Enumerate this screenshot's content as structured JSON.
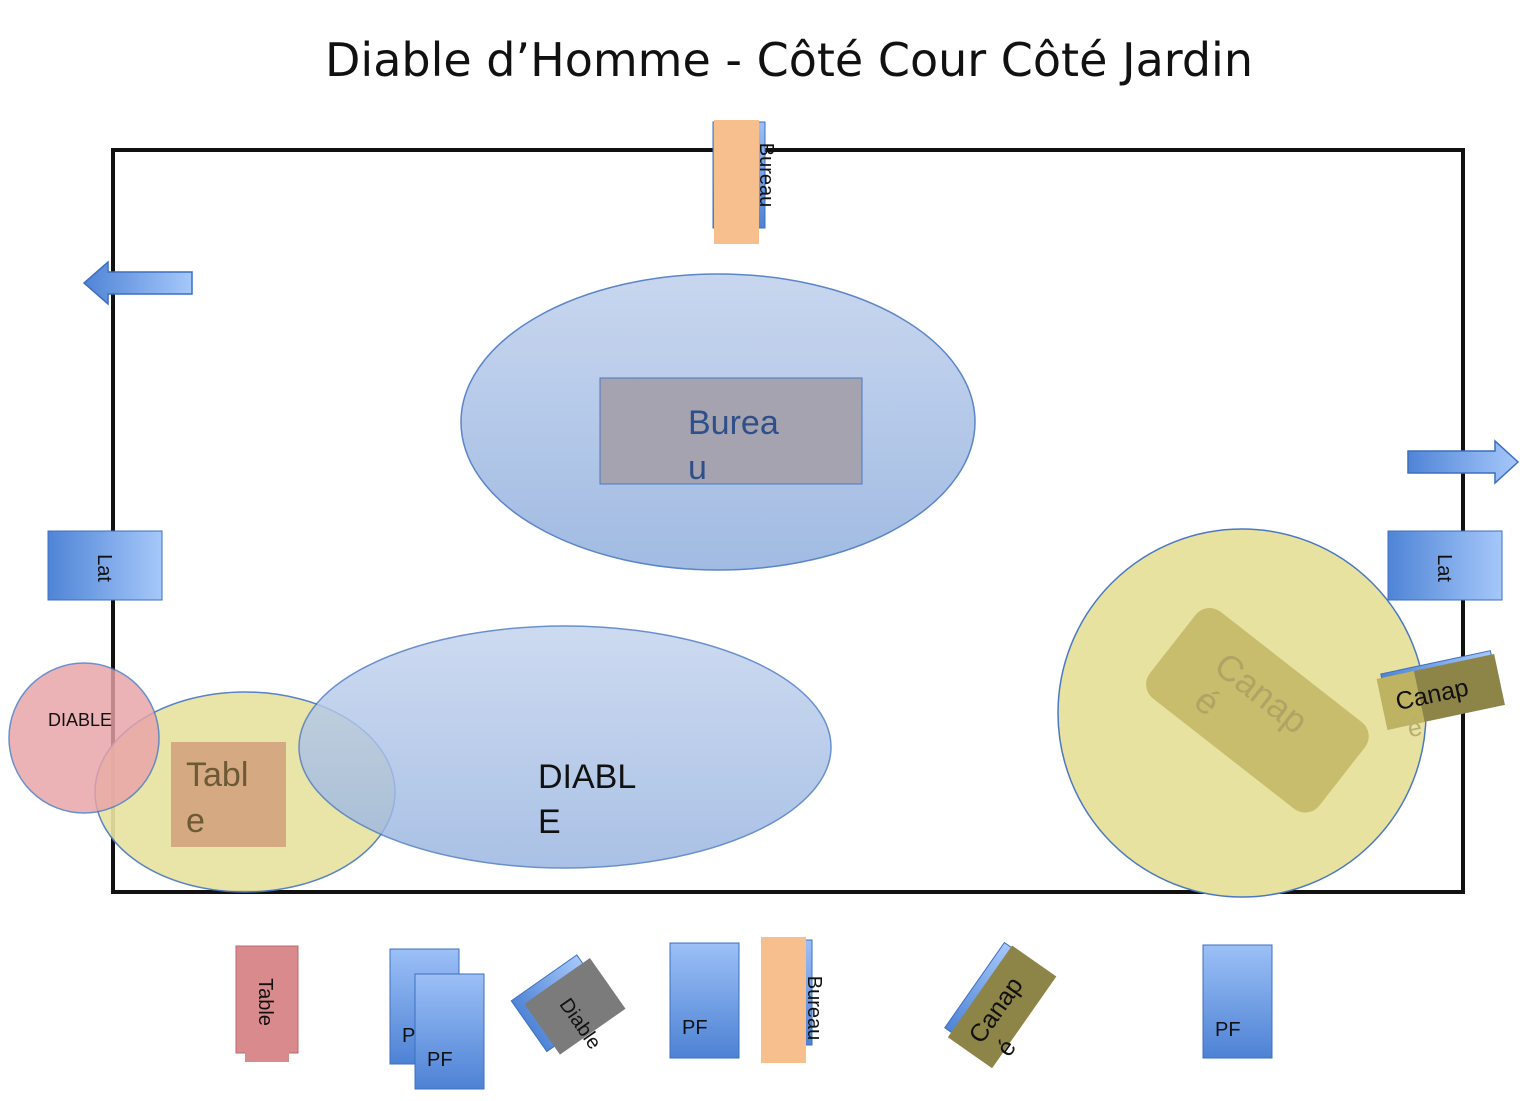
{
  "title": "Diable d’Homme - Côté Cour Côté Jardin",
  "stage_labels": {
    "bureau_top": "Bureau",
    "bureau_center_line1": "Burea",
    "bureau_center_line2": "u",
    "diable_center_line1": "DIABL",
    "diable_center_line2": "E",
    "diable_left": "DIABLE",
    "table_line1": "Tabl",
    "table_line2": "e",
    "lat_left": "Lat",
    "lat_right": "Lat",
    "canape_center_line1": "Canap",
    "canape_center_line2": "é",
    "canape_right_line1": "Canap",
    "canape_right_line2": "é"
  },
  "bottom_pieces": {
    "table": "Table",
    "pf1": "PF",
    "pf2": "PF",
    "diable": "Diable",
    "pf3": "PF",
    "bureau": "Bureau",
    "canape_line1": "Canap",
    "canape_line2": "é",
    "pf4": "PF"
  },
  "colors": {
    "blue": "#5b8fdc",
    "blue_light": "#9bbff5",
    "blue_zone": "#a9c1e6",
    "yellow_zone": "#e8e2a0",
    "pink_zone": "#e8a3a8",
    "orange": "#f8bf8e",
    "olive": "#8d8447",
    "gray": "#7b7b7b",
    "table_pink": "#d88a8c",
    "table_brown": "#d4a57e",
    "bureau_gray": "#a6a3b0"
  }
}
